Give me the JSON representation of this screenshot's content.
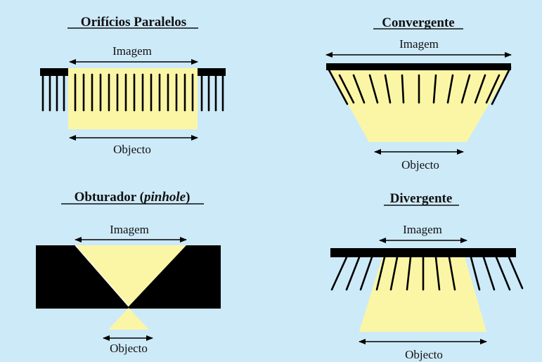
{
  "panels": {
    "parallel": {
      "title": "Orifícios Paralelos",
      "image_label": "Imagem",
      "object_label": "Objecto"
    },
    "converging": {
      "title": "Convergente",
      "image_label": "Imagem",
      "object_label": "Objecto"
    },
    "pinhole": {
      "title_main": "Obturador (",
      "title_italic": "pinhole",
      "title_end": ")",
      "image_label": "Imagem",
      "object_label": "Objecto"
    },
    "diverging": {
      "title": "Divergente",
      "image_label": "Imagem",
      "object_label": "Objecto"
    }
  },
  "colors": {
    "background": "#cdeaf8",
    "detector": "#fbf6a6",
    "collimator": "#000000"
  }
}
